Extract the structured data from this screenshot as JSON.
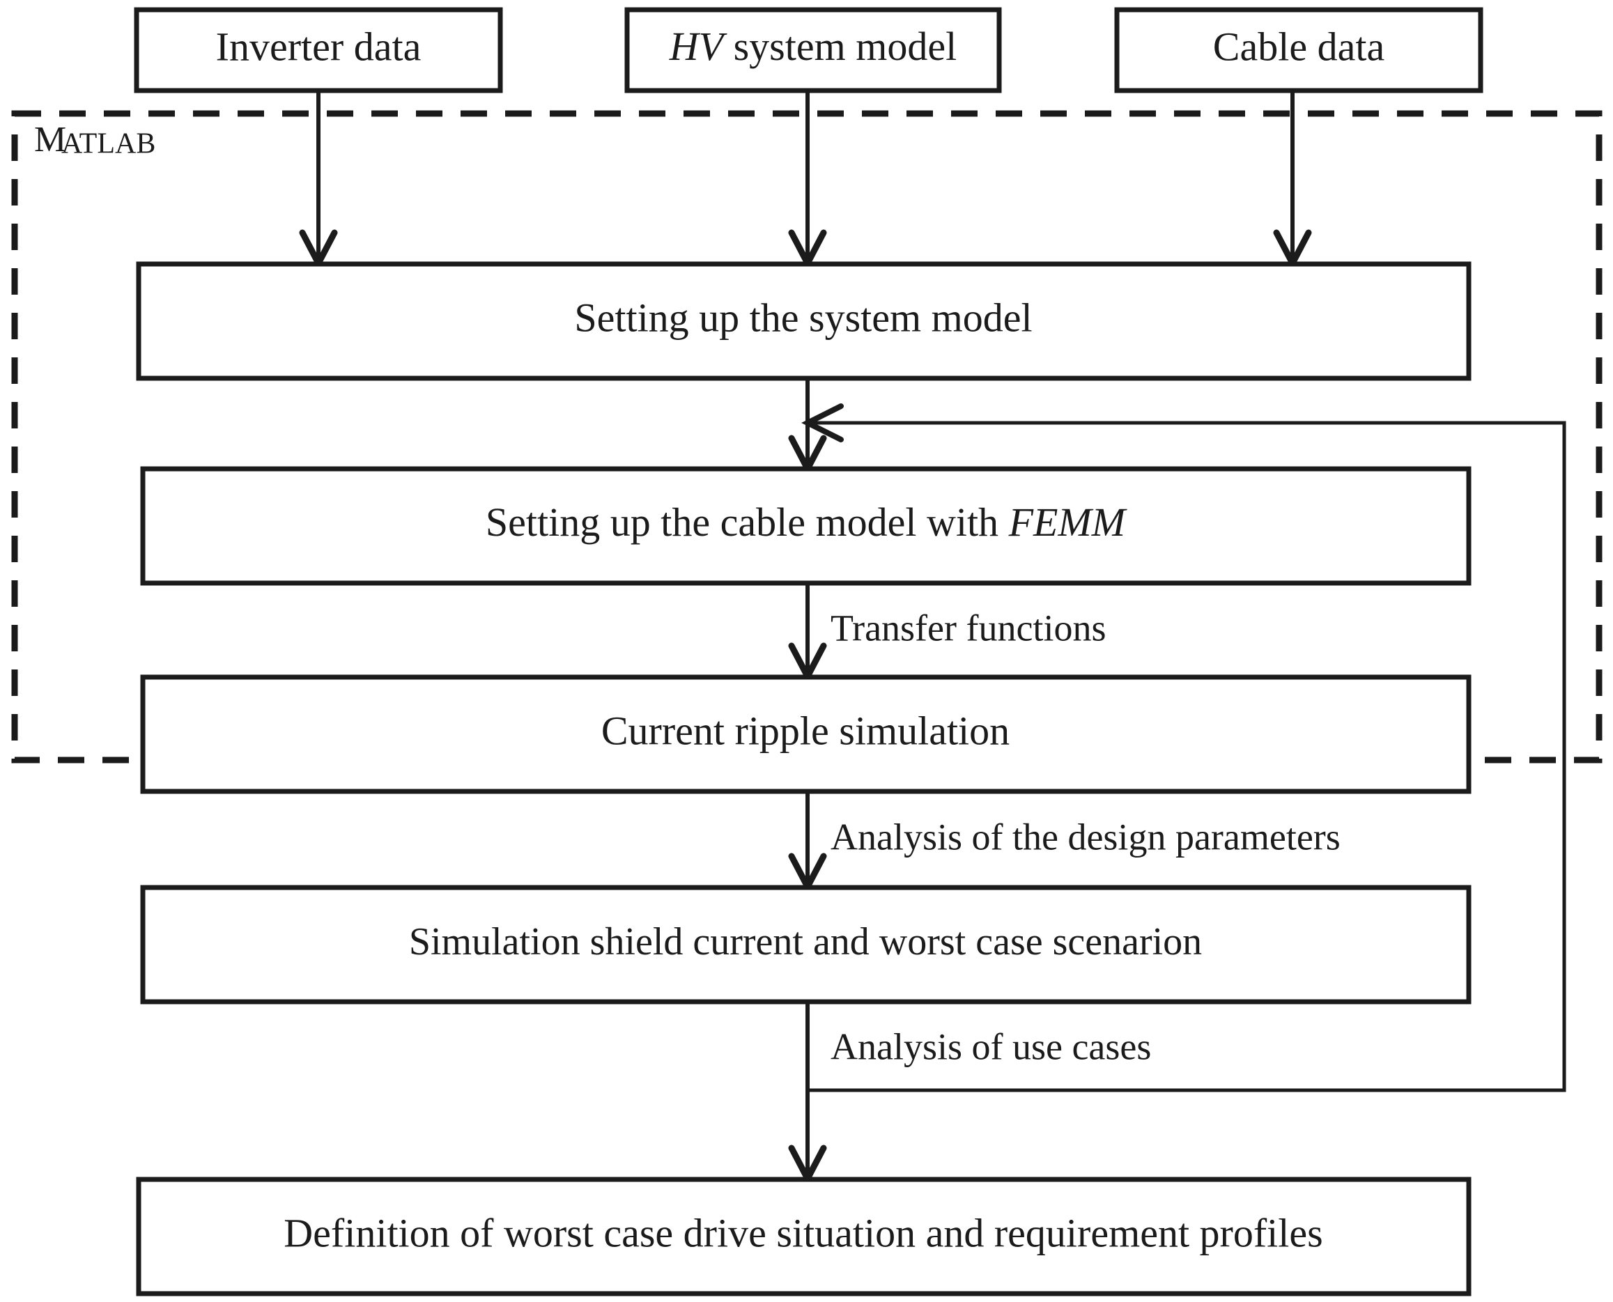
{
  "diagram": {
    "title_region": "flowchart",
    "container": {
      "label_prefix": "M",
      "label_rest": "ATLAB",
      "label_full": "Matlab",
      "style": "dashed"
    },
    "input_boxes": [
      {
        "id": "inverter-data",
        "label": "Inverter data"
      },
      {
        "id": "hv-system-model",
        "label_italic": "HV",
        "label_rest": " system model",
        "label_full": "HV system model"
      },
      {
        "id": "cable-data",
        "label": "Cable data"
      }
    ],
    "process_boxes": [
      {
        "id": "setting-up-system-model",
        "label": "Setting up the system model"
      },
      {
        "id": "setting-up-cable-model",
        "label_lead": "Setting up the cable model with ",
        "label_italic": "FEMM",
        "label_full": "Setting up the cable model with FEMM"
      },
      {
        "id": "current-ripple-simulation",
        "label": "Current ripple simulation"
      },
      {
        "id": "simulation-shield-current",
        "label": "Simulation shield current and worst case scenarion"
      }
    ],
    "output_box": {
      "id": "definition-worst-case",
      "label": "Definition of worst case drive situation and requirement profiles"
    },
    "edge_labels": [
      {
        "id": "transfer-functions",
        "label": "Transfer functions"
      },
      {
        "id": "analysis-design-parameters",
        "label": "Analysis of the design parameters"
      },
      {
        "id": "analysis-use-cases",
        "label": "Analysis of use cases"
      }
    ],
    "colors": {
      "stroke": "#1b1b1b",
      "background": "#ffffff",
      "box_fill": "#ffffff"
    }
  }
}
